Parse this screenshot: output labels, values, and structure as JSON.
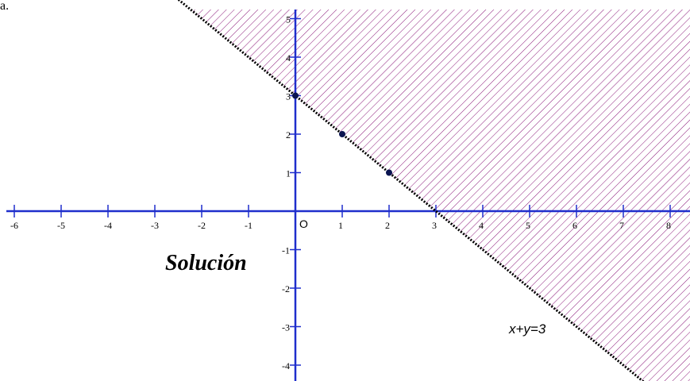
{
  "top_left_text": "a.",
  "solution_label": "Solución",
  "origin_label": "O",
  "colors": {
    "axis": "#1f2ecc",
    "hatch": "#8b1a7a",
    "boundary": "#000000",
    "point": "#0a1450"
  },
  "chart_data": {
    "type": "line",
    "title": "",
    "xlabel": "",
    "ylabel": "",
    "xlim": [
      -6.2,
      8.4
    ],
    "ylim": [
      -4.6,
      5.5
    ],
    "grid": false,
    "x_ticks": [
      -6,
      -5,
      -4,
      -3,
      -2,
      -1,
      1,
      2,
      3,
      4,
      5,
      6,
      7,
      8
    ],
    "y_ticks": [
      -4,
      -3,
      -2,
      -1,
      1,
      2,
      3,
      4,
      5
    ],
    "series": [
      {
        "name": "x+y=3",
        "style": "dotted",
        "region": "x+y>=3 (hatched)",
        "x": [
          -2.6,
          7.8
        ],
        "y": [
          5.6,
          -4.8
        ]
      }
    ],
    "points": [
      {
        "x": 0,
        "y": 3
      },
      {
        "x": 1,
        "y": 2
      },
      {
        "x": 2,
        "y": 1
      }
    ]
  }
}
